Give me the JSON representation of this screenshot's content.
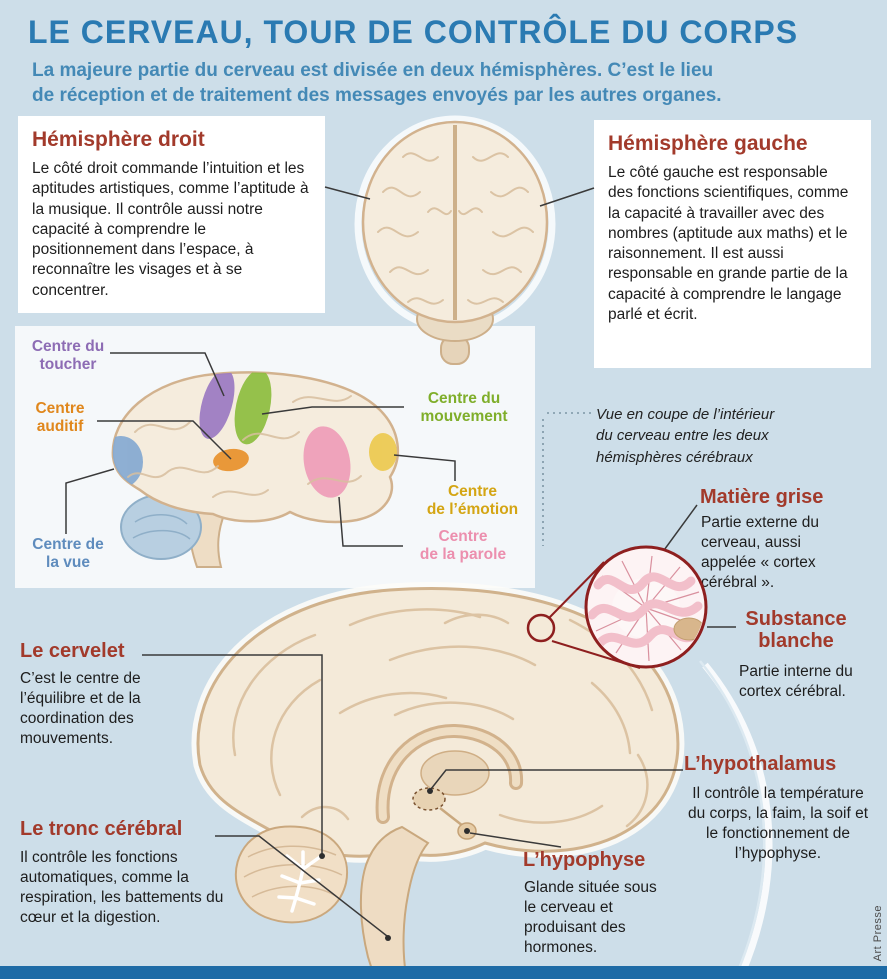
{
  "colors": {
    "page_bg": "#cddee9",
    "panel_bg": "#f5f8fa",
    "title_blue": "#2a7ab2",
    "subtitle_blue": "#4489b6",
    "heading_red": "#a23a2b",
    "body_text": "#1d1d1d",
    "footer_blue": "#1d6ba6",
    "leader_line": "#3a3a3a",
    "zoom_red": "#8e1f1f",
    "label_toucher": "#8d6cb4",
    "label_auditif": "#e0871c",
    "label_mouvement": "#7fae2a",
    "label_emotion": "#d4a513",
    "label_parole": "#ec8fae",
    "label_vue": "#5f8cbd"
  },
  "header": {
    "title": "LE CERVEAU, TOUR DE CONTRÔLE DU CORPS",
    "subtitle": "La majeure partie du cerveau est divisée en deux hémisphères. C’est le lieu\nde réception et de traitement des messages envoyés par les autres organes."
  },
  "hemisphere_right": {
    "title": "Hémisphère droit",
    "body": "Le côté droit commande l’intuition et les aptitudes artistiques, comme l’aptitude à la musique. Il contrôle aussi notre capacité à comprendre le positionnement dans l’espace, à reconnaître les visages et à se concentrer."
  },
  "hemisphere_left": {
    "title": "Hémisphère gauche",
    "body": "Le côté gauche est responsable des fonctions scientifiques, comme la capacité à travailler avec des nombres (aptitude aux maths) et le raisonnement. Il est aussi responsable en grande partie de la capacité à comprendre le langage parlé et écrit."
  },
  "centers": {
    "toucher": "Centre du\ntoucher",
    "auditif": "Centre\nauditif",
    "mouvement": "Centre du\nmouvement",
    "emotion": "Centre\nde l’émotion",
    "parole": "Centre\nde la parole",
    "vue": "Centre de\nla vue"
  },
  "cross_section_note": "Vue en coupe de l’intérieur\ndu cerveau entre les deux\nhémisphères cérébraux",
  "matiere_grise": {
    "title": "Matière grise",
    "body": "Partie externe du cerveau, aussi appelée « cortex cérébral »."
  },
  "substance_blanche": {
    "title": "Substance\nblanche",
    "body": "Partie interne du cortex cérébral."
  },
  "cervelet": {
    "title": "Le cervelet",
    "body": "C’est le centre de l’équilibre et de la coordination des mouvements."
  },
  "tronc_cerebral": {
    "title": "Le tronc cérébral",
    "body": "Il contrôle les fonctions automatiques, comme la respiration, les battements du cœur et la digestion."
  },
  "hypophyse": {
    "title": "L’hypophyse",
    "body": "Glande située sous le cerveau et produisant des hormones."
  },
  "hypothalamus": {
    "title": "L’hypothalamus",
    "body": "Il contrôle la température du corps, la faim, la soif et le fonctionnement de l’hypophyse."
  },
  "credit": "Art Presse"
}
